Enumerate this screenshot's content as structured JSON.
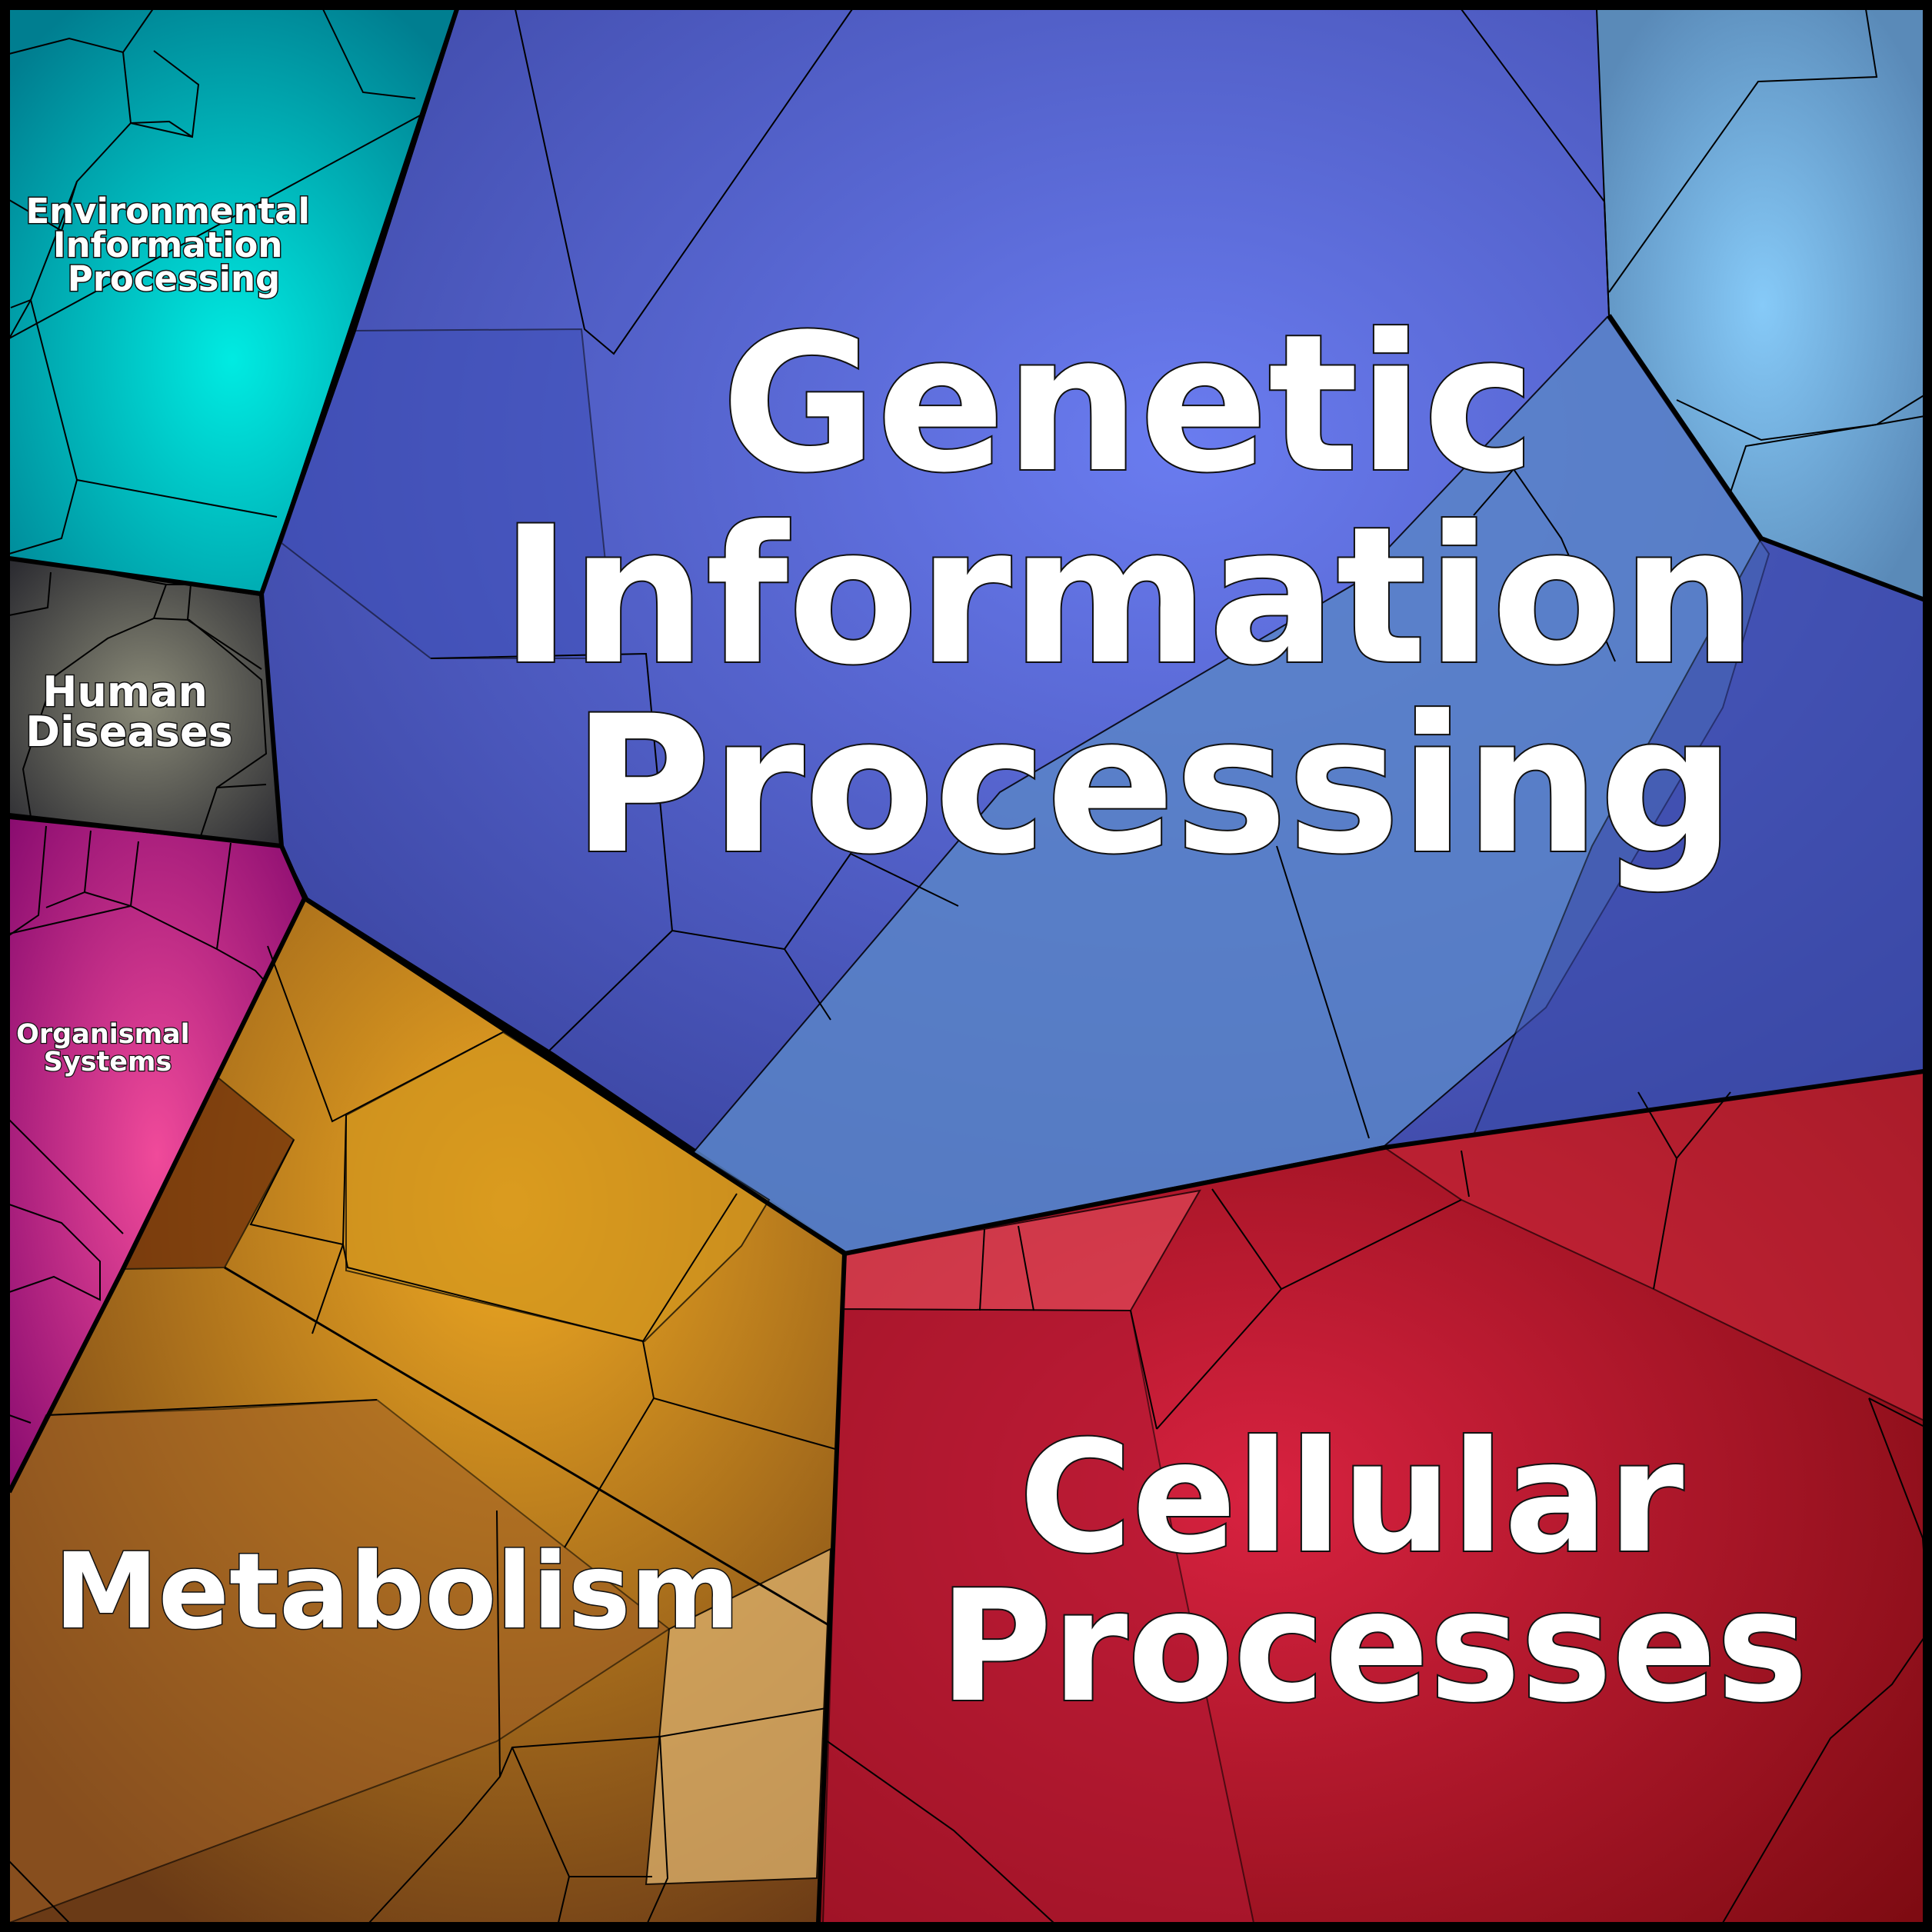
{
  "diagram": {
    "type": "voronoi-treemap",
    "categories": [
      {
        "id": "genetic",
        "label_lines": [
          "Genetic",
          "Information",
          "Processing"
        ],
        "color": "#5a6ee8",
        "accent": "#7fa9ef"
      },
      {
        "id": "environmental",
        "label_lines": [
          "Environmental",
          "Information",
          "Processing"
        ],
        "color": "#00c8c8",
        "accent": "#00e8e0"
      },
      {
        "id": "human",
        "label_lines": [
          "Human",
          "Diseases"
        ],
        "color": "#5a5a5a",
        "accent": "#8a8a7a"
      },
      {
        "id": "organismal",
        "label_lines": [
          "Organismal",
          "Systems"
        ],
        "color": "#d8308a",
        "accent": "#f04c9a"
      },
      {
        "id": "metabolism",
        "label_lines": [
          "Metabolism"
        ],
        "color": "#c8881a",
        "accent": "#f0a820"
      },
      {
        "id": "cellular",
        "label_lines": [
          "Cellular",
          "Processes"
        ],
        "color": "#a01020",
        "accent": "#e02848"
      }
    ]
  }
}
